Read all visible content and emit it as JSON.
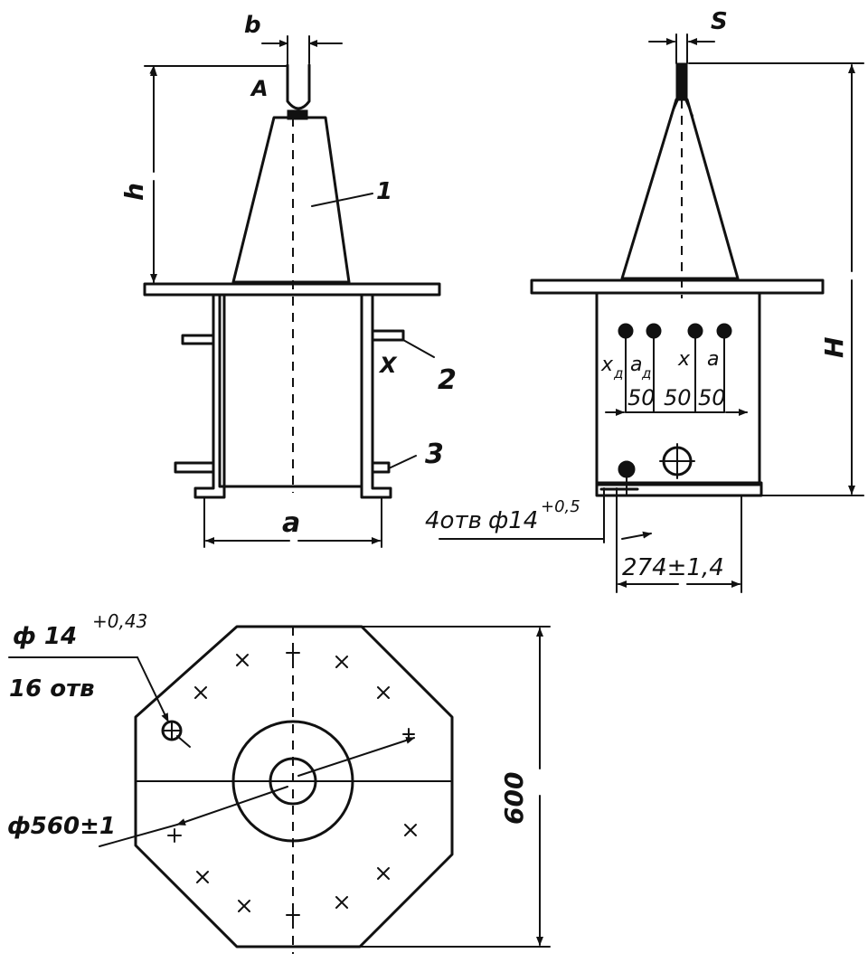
{
  "front_view": {
    "label_b": "b",
    "label_A": "A",
    "label_h": "h",
    "label_1": "1",
    "label_X": "X",
    "label_2": "2",
    "label_3": "3",
    "label_a": "a"
  },
  "side_view": {
    "label_S": "S",
    "label_H": "H",
    "terminal_labels": [
      "x",
      "a",
      "x",
      "a"
    ],
    "terminal_subscripts": [
      "д",
      "д"
    ],
    "spacings": [
      "50",
      "50",
      "50"
    ],
    "holes_note": "4отв",
    "holes_dia": "ф14",
    "holes_tol": "+0,5",
    "base_dim": "274±1,4"
  },
  "plan_view": {
    "hole_dia": "ф 14",
    "hole_tol": "+0,43",
    "hole_count": "16 отв",
    "bolt_circle": "ф560±1",
    "width": "600"
  }
}
